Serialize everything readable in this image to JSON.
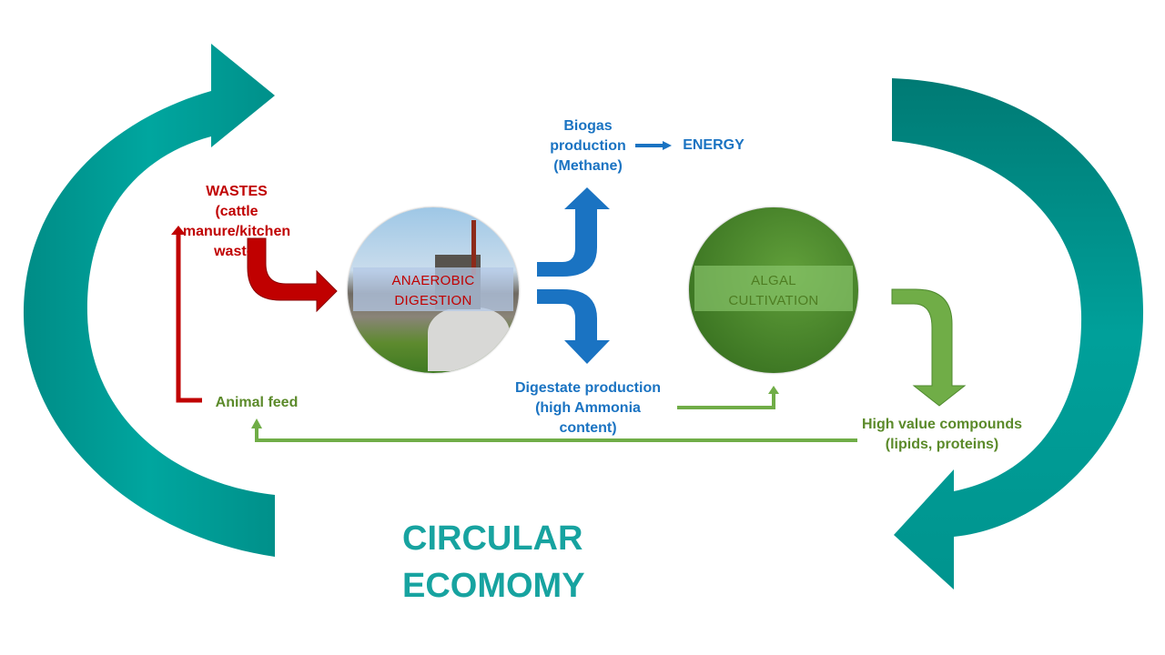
{
  "colors": {
    "teal": "#00a19a",
    "teal_dark": "#007e78",
    "red": "#c00000",
    "blue": "#1a73c2",
    "green": "#70ad47",
    "olive_text": "#5b8a2a",
    "title": "#17a3a0"
  },
  "labels": {
    "wastes": [
      "WASTES",
      "(cattle",
      "manure/kitchen",
      "waste)"
    ],
    "animal_feed": "Animal feed",
    "biogas": [
      "Biogas",
      "production",
      "(Methane)"
    ],
    "energy": "ENERGY",
    "digestate": [
      "Digestate production",
      "(high Ammonia",
      "content)"
    ],
    "high_value": [
      "High value compounds",
      "(lipids, proteins)"
    ]
  },
  "nodes": {
    "anaerobic": [
      "ANAEROBIC",
      "DIGESTION"
    ],
    "algal": [
      "ALGAL",
      "CULTIVATION"
    ]
  },
  "title": [
    "CIRCULAR",
    "ECOMOMY"
  ],
  "icons": [
    "circular-arrow-left-icon",
    "circular-arrow-right-icon"
  ]
}
